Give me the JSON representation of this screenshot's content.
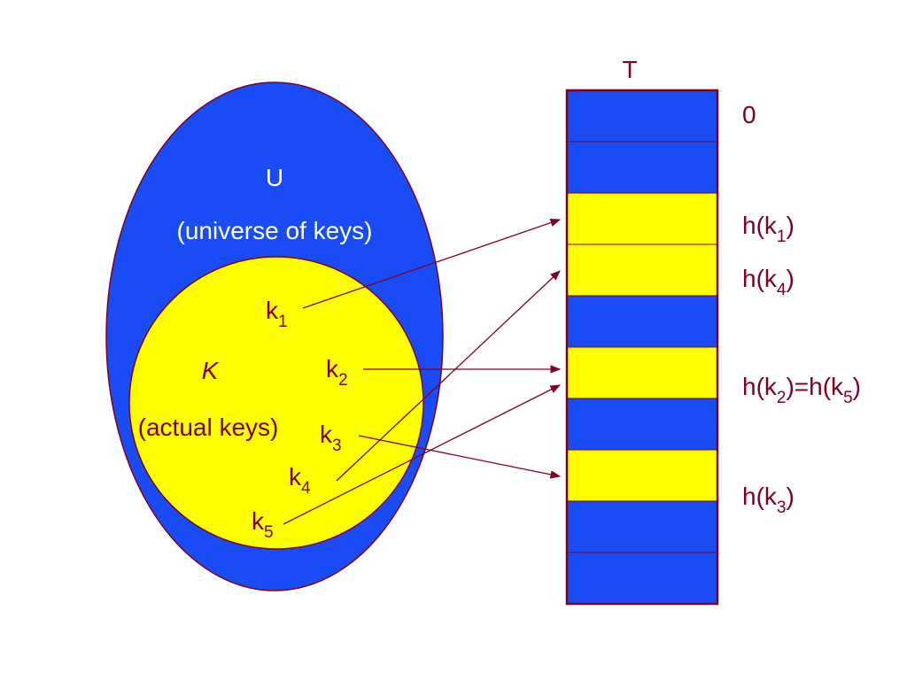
{
  "colors": {
    "universe_fill": "#1A4CF5",
    "actual_fill": "#FFFF00",
    "outline": "#800020",
    "arrow": "#800020",
    "label_dark": "#800020",
    "label_light": "#FFFFFF",
    "table_row_a": "#1A4CF5",
    "table_row_b": "#FFFF00"
  },
  "universe": {
    "symbol": "U",
    "caption": "(universe of keys)"
  },
  "actual": {
    "symbol": "K",
    "caption": "(actual keys)"
  },
  "keys": [
    {
      "id": "k1",
      "base": "k",
      "index": "1"
    },
    {
      "id": "k2",
      "base": "k",
      "index": "2"
    },
    {
      "id": "k3",
      "base": "k",
      "index": "3"
    },
    {
      "id": "k4",
      "base": "k",
      "index": "4"
    },
    {
      "id": "k5",
      "base": "k",
      "index": "5"
    }
  ],
  "table": {
    "title": "T",
    "slot_count": 10,
    "occupied_slots": [
      2,
      3,
      5,
      7
    ],
    "zero_label": "0"
  },
  "slot_labels": [
    {
      "slot": 2,
      "parts": [
        "h(k",
        "1",
        ")"
      ]
    },
    {
      "slot": 3,
      "parts": [
        "h(k",
        "4",
        ")"
      ]
    },
    {
      "slot": 5,
      "parts": [
        "h(k",
        "2",
        ")=h(k",
        "5",
        ")"
      ]
    },
    {
      "slot": 7,
      "parts": [
        "h(k",
        "3",
        ")"
      ]
    }
  ],
  "mappings": [
    {
      "key": "k1",
      "slot": 2
    },
    {
      "key": "k4",
      "slot": 3
    },
    {
      "key": "k2",
      "slot": 5
    },
    {
      "key": "k5",
      "slot": 5
    },
    {
      "key": "k3",
      "slot": 7
    }
  ]
}
